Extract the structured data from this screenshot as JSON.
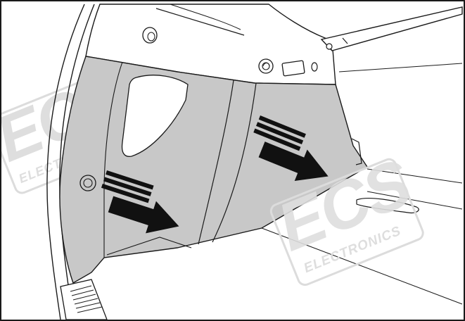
{
  "watermarks": [
    {
      "brand": "ECS",
      "subtitle": "ELECTRONICS"
    },
    {
      "brand": "ECS",
      "subtitle": "ELECTRONICS"
    }
  ],
  "colors": {
    "panel_fill": "#c8c8c8",
    "line": "#1a1a1a",
    "arrow": "#111111",
    "watermark": "#d9d9d9",
    "background": "#ffffff"
  },
  "icons": [
    "trim-panel",
    "removal-arrow-left",
    "removal-arrow-right",
    "mounting-clip"
  ]
}
